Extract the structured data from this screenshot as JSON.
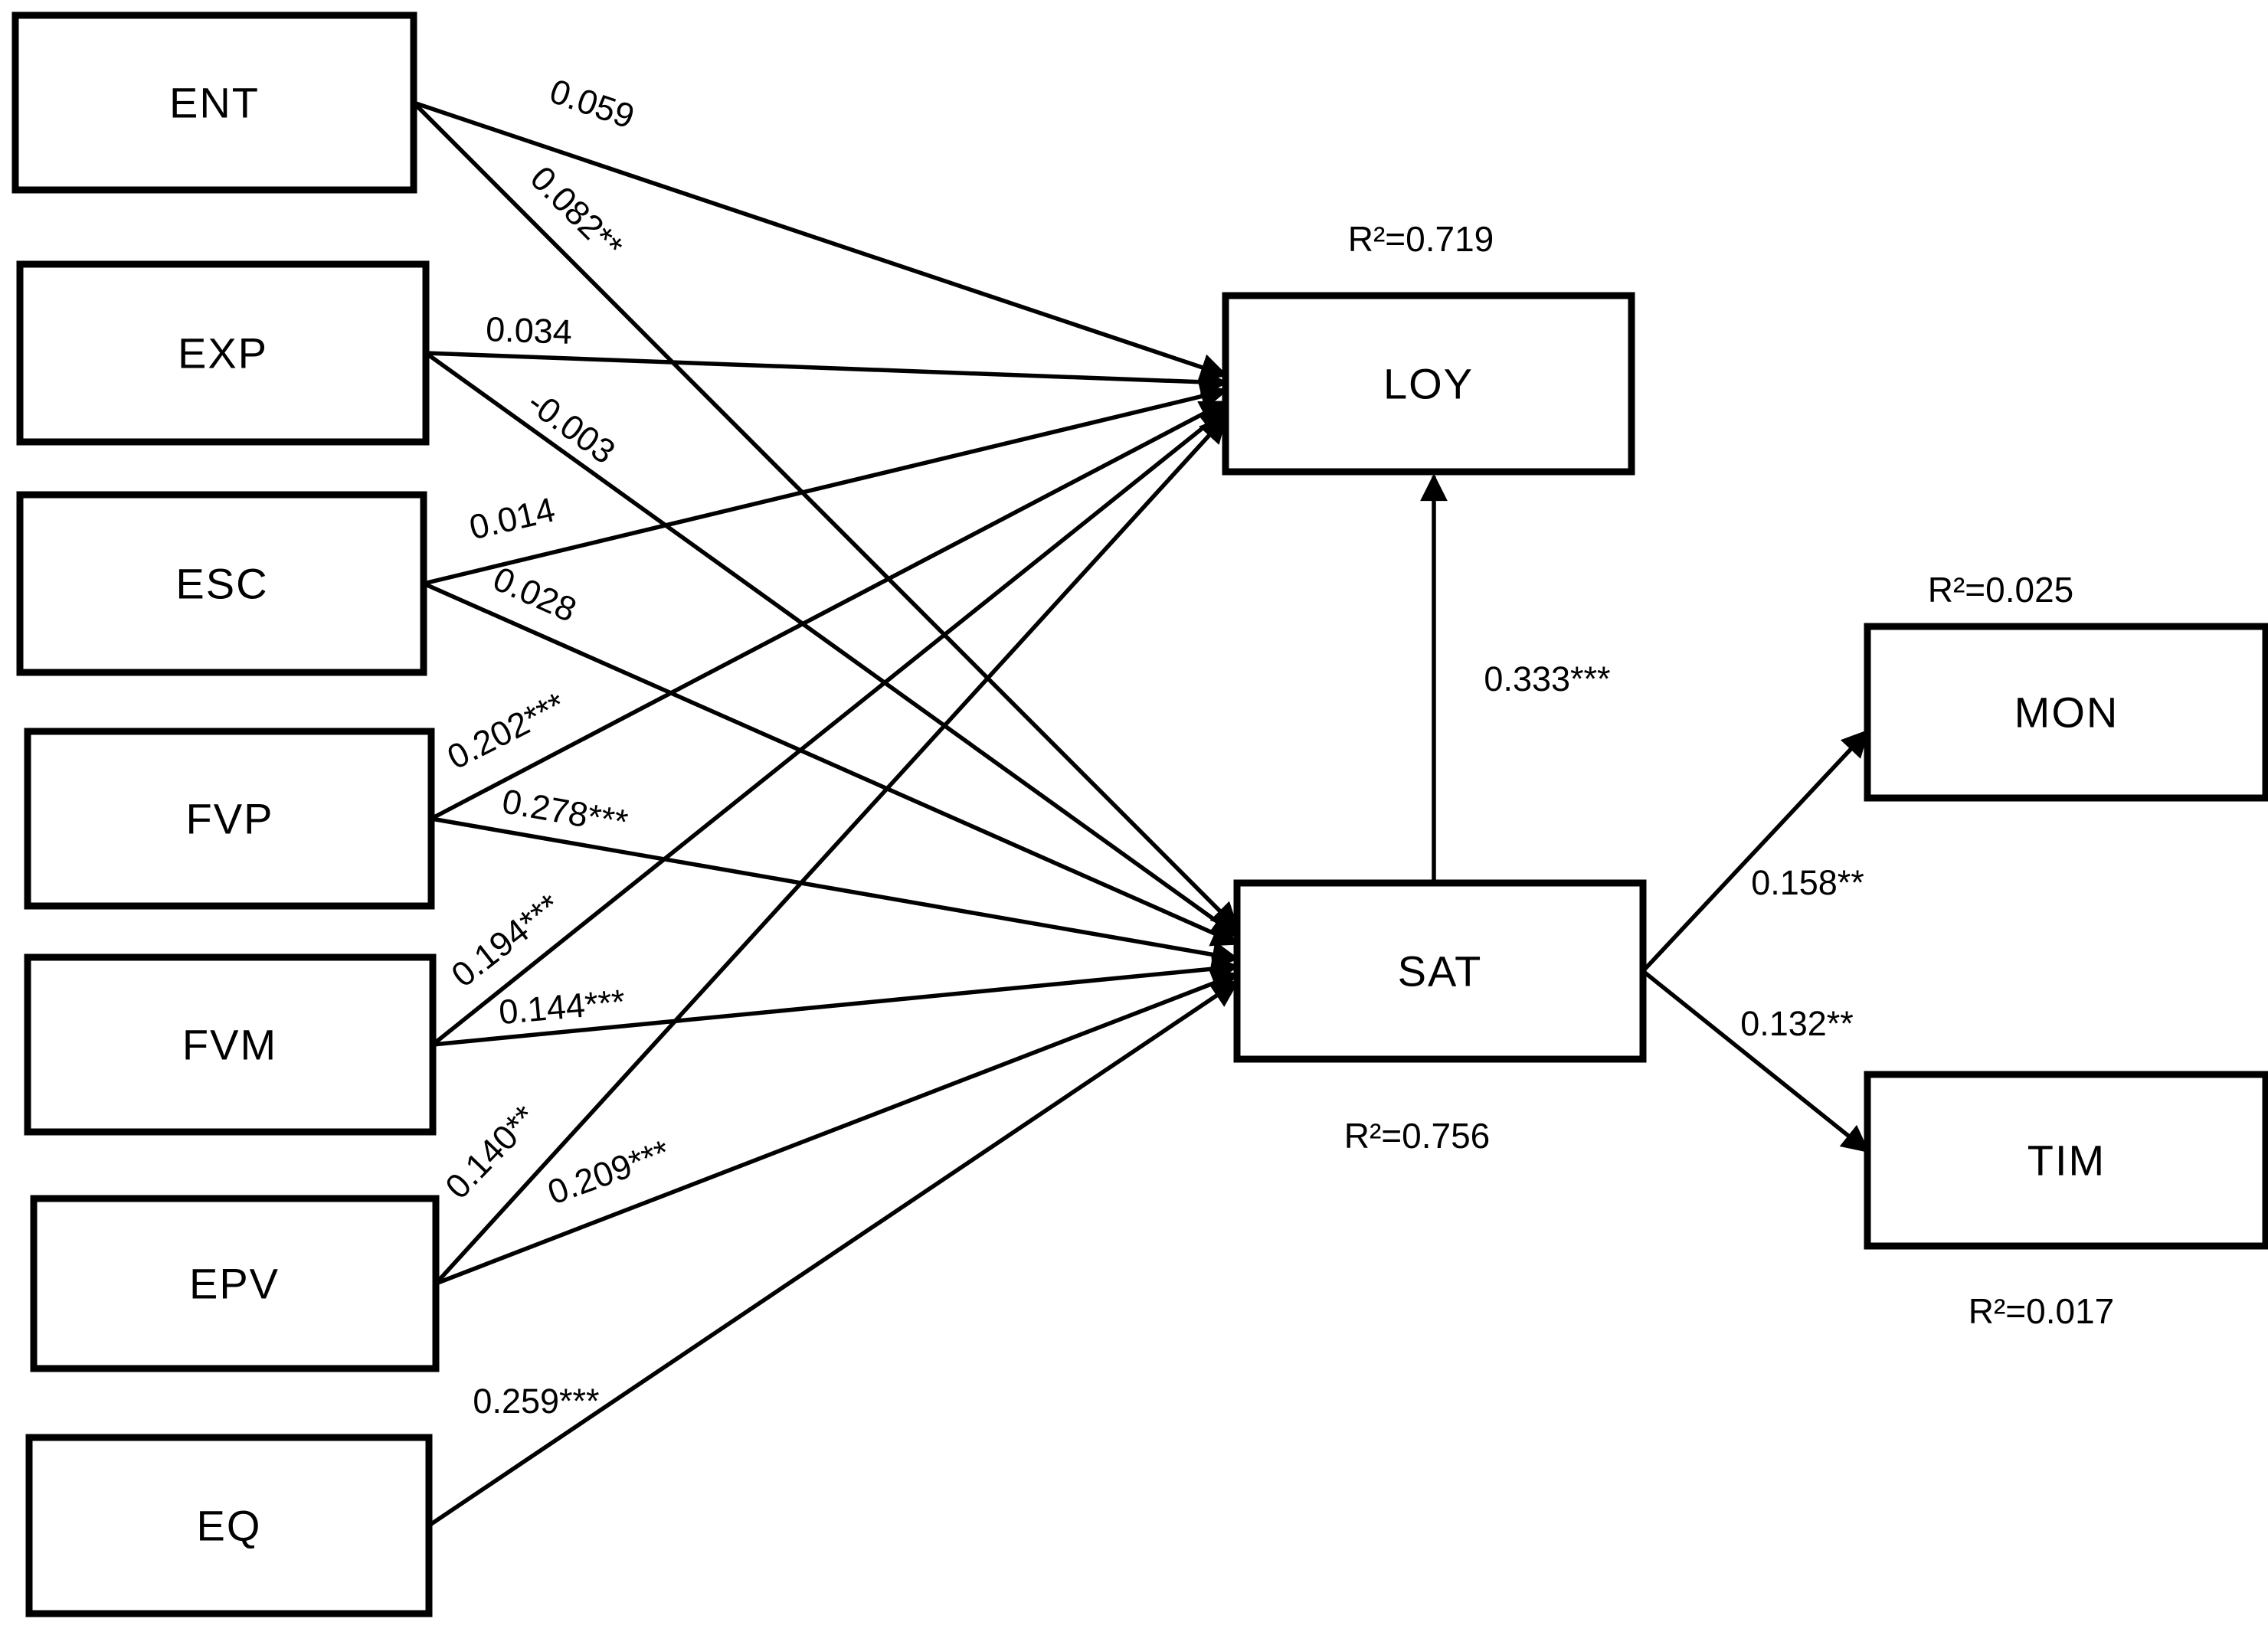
{
  "nodes": {
    "ent": {
      "label": "ENT"
    },
    "exp": {
      "label": "EXP"
    },
    "esc": {
      "label": "ESC"
    },
    "fvp": {
      "label": "FVP"
    },
    "fvm": {
      "label": "FVM"
    },
    "epv": {
      "label": "EPV"
    },
    "eq": {
      "label": "EQ"
    },
    "loy": {
      "label": "LOY",
      "r2": "R²=0.719"
    },
    "sat": {
      "label": "SAT",
      "r2": "R²=0.756"
    },
    "mon": {
      "label": "MON",
      "r2": "R²=0.025"
    },
    "tim": {
      "label": "TIM",
      "r2": "R²=0.017"
    }
  },
  "edges": {
    "ent_loy": {
      "from": "ENT",
      "to": "LOY",
      "label": "0.059",
      "significant": false,
      "color": "#ff0000"
    },
    "ent_sat": {
      "from": "ENT",
      "to": "SAT",
      "label": "0.082**",
      "significant": true,
      "color": "#000000"
    },
    "exp_loy": {
      "from": "EXP",
      "to": "LOY",
      "label": "0.034",
      "significant": false,
      "color": "#ff0000"
    },
    "exp_sat": {
      "from": "EXP",
      "to": "SAT",
      "label": "-0.003",
      "significant": false,
      "color": "#ff0000"
    },
    "esc_loy": {
      "from": "ESC",
      "to": "LOY",
      "label": "0.014",
      "significant": false,
      "color": "#ff0000"
    },
    "esc_sat": {
      "from": "ESC",
      "to": "SAT",
      "label": "0.028",
      "significant": false,
      "color": "#ff0000"
    },
    "fvp_loy": {
      "from": "FVP",
      "to": "LOY",
      "label": "0.202***",
      "significant": true,
      "color": "#000000"
    },
    "fvp_sat": {
      "from": "FVP",
      "to": "SAT",
      "label": "0.278***",
      "significant": true,
      "color": "#000000"
    },
    "fvm_loy": {
      "from": "FVM",
      "to": "LOY",
      "label": "0.194***",
      "significant": true,
      "color": "#000000"
    },
    "fvm_sat": {
      "from": "FVM",
      "to": "SAT",
      "label": "0.144***",
      "significant": true,
      "color": "#000000"
    },
    "epv_loy": {
      "from": "EPV",
      "to": "LOY",
      "label": "0.140**",
      "significant": true,
      "color": "#000000"
    },
    "epv_sat": {
      "from": "EPV",
      "to": "SAT",
      "label": "0.209***",
      "significant": true,
      "color": "#000000"
    },
    "eq_sat": {
      "from": "EQ",
      "to": "SAT",
      "label": "0.259***",
      "significant": true,
      "color": "#000000"
    },
    "sat_loy": {
      "from": "SAT",
      "to": "LOY",
      "label": "0.333***",
      "significant": true,
      "color": "#000000"
    },
    "sat_mon": {
      "from": "SAT",
      "to": "MON",
      "label": "0.158**",
      "significant": true,
      "color": "#000000"
    },
    "sat_tim": {
      "from": "SAT",
      "to": "TIM",
      "label": "0.132**",
      "significant": true,
      "color": "#000000"
    }
  },
  "colors": {
    "significant_path": "#000000",
    "nonsignificant_path_label": "#ff0000",
    "box_border": "#000000",
    "background": "#ffffff"
  }
}
